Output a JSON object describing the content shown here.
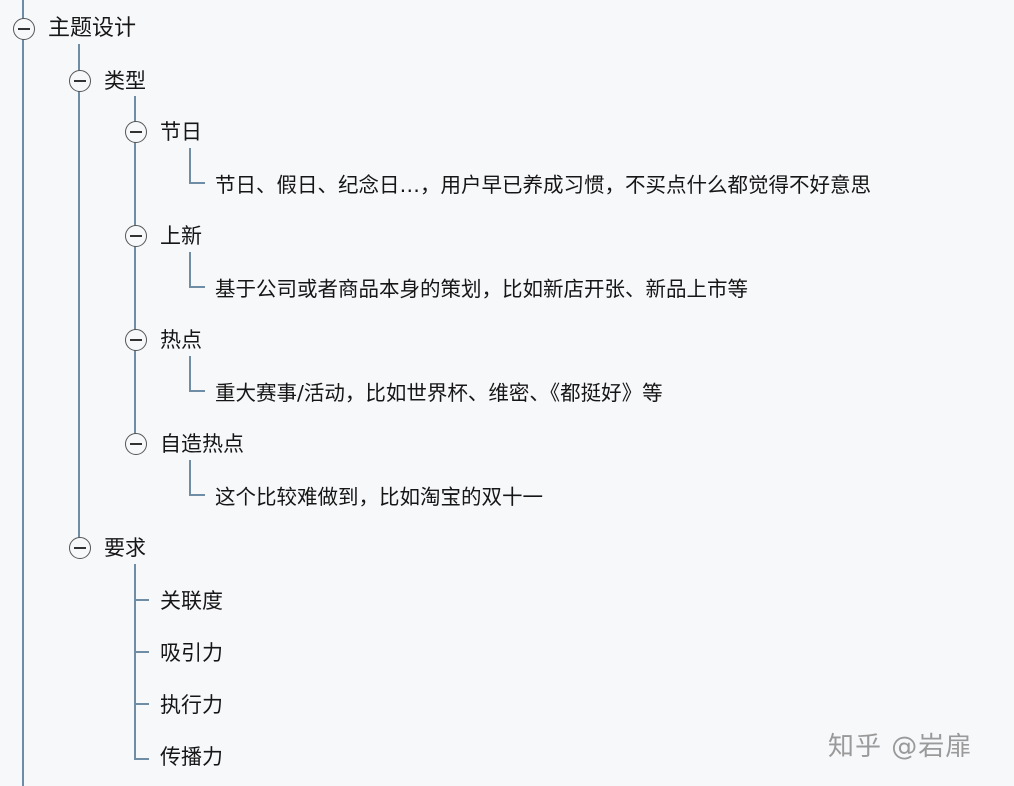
{
  "outline": {
    "root": {
      "label": "主题设计",
      "state": "expanded",
      "children": [
        {
          "label": "类型",
          "state": "expanded",
          "children": [
            {
              "label": "节日",
              "state": "expanded",
              "description": "节日、假日、纪念日…，用户早已养成习惯，不买点什么都觉得不好意思"
            },
            {
              "label": "上新",
              "state": "expanded",
              "description": "基于公司或者商品本身的策划，比如新店开张、新品上市等"
            },
            {
              "label": "热点",
              "state": "expanded",
              "description": "重大赛事/活动，比如世界杯、维密、《都挺好》等"
            },
            {
              "label": "自造热点",
              "state": "expanded",
              "description": "这个比较难做到，比如淘宝的双十一"
            }
          ]
        },
        {
          "label": "要求",
          "state": "expanded",
          "children": [
            {
              "label": "关联度"
            },
            {
              "label": "吸引力"
            },
            {
              "label": "执行力"
            },
            {
              "label": "传播力"
            }
          ]
        }
      ]
    }
  },
  "icons": {
    "toggle": "collapse-minus-circle-icon"
  },
  "colors": {
    "background": "#f7f8fa",
    "connector": "#6f8ea6",
    "text": "#161616",
    "watermark": "#8a8a8a"
  },
  "watermark": "知乎 @岩扉"
}
